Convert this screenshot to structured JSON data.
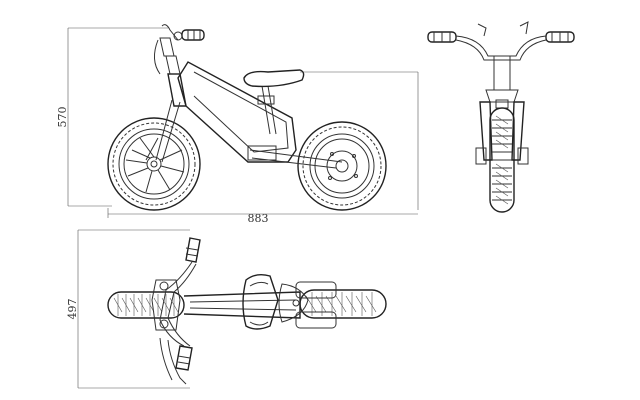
{
  "dimensions": {
    "height_side": "570",
    "length_side": "883",
    "width_top": "497"
  }
}
